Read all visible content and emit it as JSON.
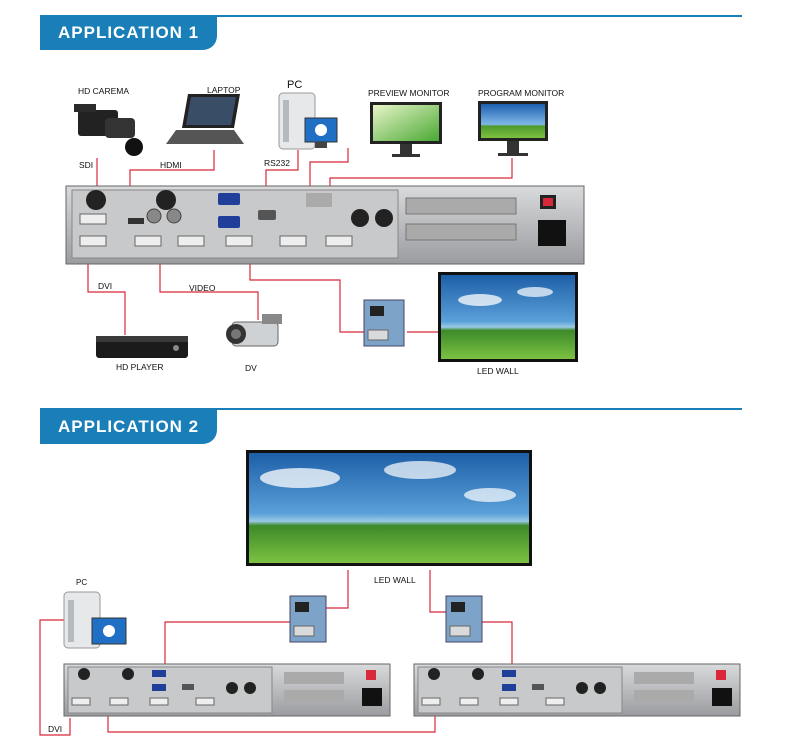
{
  "section1": {
    "title": "APPLICATION 1"
  },
  "section2": {
    "title": "APPLICATION 2"
  },
  "devices": {
    "camera": "HD CAREMA",
    "laptop": "LAPTOP",
    "pc": "PC",
    "preview_monitor": "PREVIEW MONITOR",
    "program_monitor": "PROGRAM MONITOR",
    "hd_player": "HD PLAYER",
    "dv": "DV",
    "led_wall": "LED  WALL",
    "pc2": "PC",
    "led_wall2": "LED  WALL"
  },
  "cables": {
    "sdi": "SDI",
    "hdmi": "HDMI",
    "rs232": "RS232",
    "dvi": "DVI",
    "video": "VIDEO",
    "dvi2": "DVI"
  },
  "colors": {
    "accent": "#1a7fb8",
    "cable": "#d8283a"
  }
}
